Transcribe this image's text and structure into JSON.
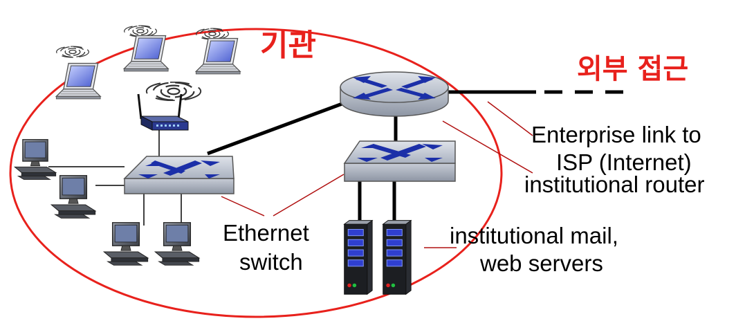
{
  "labels": {
    "institution": "기관",
    "external_access": "외부 접근",
    "enterprise_link_line1": "Enterprise link to",
    "enterprise_link_line2": "ISP (Internet)",
    "institutional_router": "institutional router",
    "ethernet_switch_line1": "Ethernet",
    "ethernet_switch_line2": "switch",
    "servers_line1": "institutional mail,",
    "servers_line2": "web servers"
  },
  "colors": {
    "accent_red": "#e8211c",
    "switch_blue": "#1b2fa8",
    "device_gray": "#bcc3cf",
    "link_black": "#000000"
  },
  "icons": [
    "wifi-laptop",
    "wireless-router",
    "desktop-pc",
    "ethernet-switch",
    "router",
    "server-rack"
  ]
}
